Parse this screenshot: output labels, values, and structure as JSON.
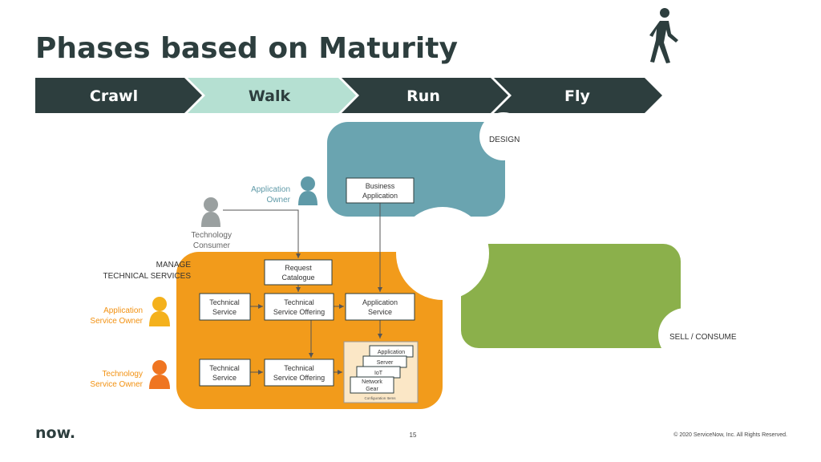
{
  "title": "Phases based on Maturity",
  "phases": [
    {
      "label": "Crawl",
      "fill": "#2d3e3e",
      "text_color": "#ffffff"
    },
    {
      "label": "Walk",
      "fill": "#b5e0d2",
      "text_color": "#2d3e3e"
    },
    {
      "label": "Run",
      "fill": "#2d3e3e",
      "text_color": "#ffffff"
    },
    {
      "label": "Fly",
      "fill": "#2d3e3e",
      "text_color": "#ffffff"
    }
  ],
  "colors": {
    "design_panel": "#6aa4b0",
    "sell_panel": "#8bb04b",
    "manage_panel": "#f29b1b",
    "config_items_bg": "#fbe7c6",
    "dark": "#2d3e3e",
    "tech_consumer": "#9aa0a0",
    "app_owner": "#5f9aa8",
    "app_service_owner": "#f4b11c",
    "tech_service_owner": "#ef7521"
  },
  "panels": {
    "design": "DESIGN",
    "sell": "SELL / CONSUME",
    "manage": [
      "MANAGE",
      "TECHNICAL SERVICES"
    ]
  },
  "boxes": {
    "business_application": [
      "Business",
      "Application"
    ],
    "request_catalogue": [
      "Request",
      "Catalogue"
    ],
    "technical_service_1": [
      "Technical",
      "Service"
    ],
    "technical_service_offering_1": [
      "Technical",
      "Service Offering"
    ],
    "application_service": [
      "Application",
      "Service"
    ],
    "technical_service_2": [
      "Technical",
      "Service"
    ],
    "technical_service_offering_2": [
      "Technical",
      "Service Offering"
    ]
  },
  "config_items": {
    "cards": [
      "Application",
      "Server",
      "IoT",
      [
        "Network",
        "Gear"
      ]
    ],
    "caption": "Configuration Items"
  },
  "personas": {
    "technology_consumer": [
      "Technology",
      "Consumer"
    ],
    "application_owner": [
      "Application",
      "Owner"
    ],
    "application_service_owner": [
      "Application",
      "Service Owner"
    ],
    "technology_service_owner": [
      "Technology",
      "Service Owner"
    ]
  },
  "footer": {
    "logo": "now.",
    "page_number": "15",
    "copyright": "© 2020 ServiceNow, Inc. All Rights Reserved."
  }
}
